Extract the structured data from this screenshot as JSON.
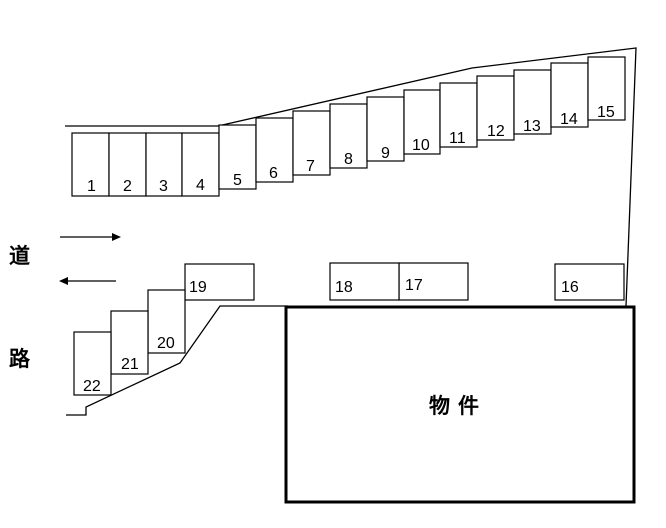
{
  "road": {
    "chars": [
      "道",
      "路"
    ]
  },
  "building": {
    "label": "物件"
  },
  "spaces": [
    {
      "label": "1"
    },
    {
      "label": "2"
    },
    {
      "label": "3"
    },
    {
      "label": "4"
    },
    {
      "label": "5"
    },
    {
      "label": "6"
    },
    {
      "label": "7"
    },
    {
      "label": "8"
    },
    {
      "label": "9"
    },
    {
      "label": "10"
    },
    {
      "label": "11"
    },
    {
      "label": "12"
    },
    {
      "label": "13"
    },
    {
      "label": "14"
    },
    {
      "label": "15"
    },
    {
      "label": "16"
    },
    {
      "label": "17"
    },
    {
      "label": "18"
    },
    {
      "label": "19"
    },
    {
      "label": "20"
    },
    {
      "label": "21"
    },
    {
      "label": "22"
    }
  ]
}
